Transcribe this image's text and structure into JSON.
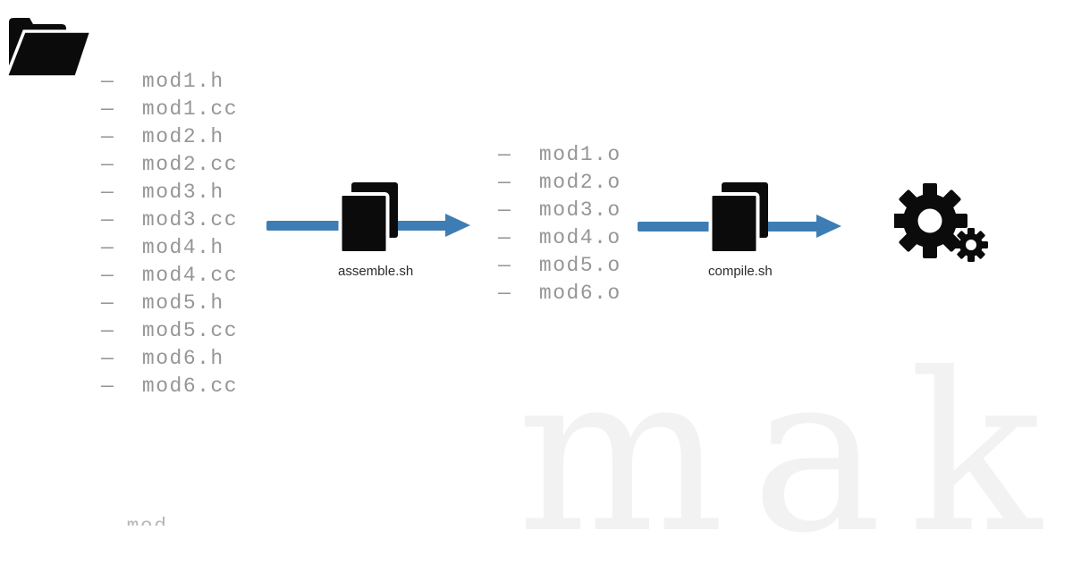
{
  "slide": {
    "list_prefix": "—",
    "source_files": [
      "mod1.h",
      "mod1.cc",
      "mod2.h",
      "mod2.cc",
      "mod3.h",
      "mod3.cc",
      "mod4.h",
      "mod4.cc",
      "mod5.h",
      "mod5.cc",
      "mod6.h",
      "mod6.cc"
    ],
    "object_files": [
      "mod1.o",
      "mod2.o",
      "mod3.o",
      "mod4.o",
      "mod5.o",
      "mod6.o"
    ],
    "steps": [
      {
        "label": "assemble.sh",
        "icon": "stacked-documents-icon"
      },
      {
        "label": "compile.sh",
        "icon": "stacked-documents-icon"
      }
    ],
    "icons": {
      "source": "open-folder-icon",
      "output": "gears-icon"
    },
    "watermark_text": "make",
    "bottom_cutoff_text": "— mod"
  },
  "colors": {
    "arrow": "#3e7db3",
    "file_text": "#969696",
    "label_text": "#2b2b2b",
    "icon_black": "#0b0b0b",
    "watermark": "#f2f2f2"
  }
}
